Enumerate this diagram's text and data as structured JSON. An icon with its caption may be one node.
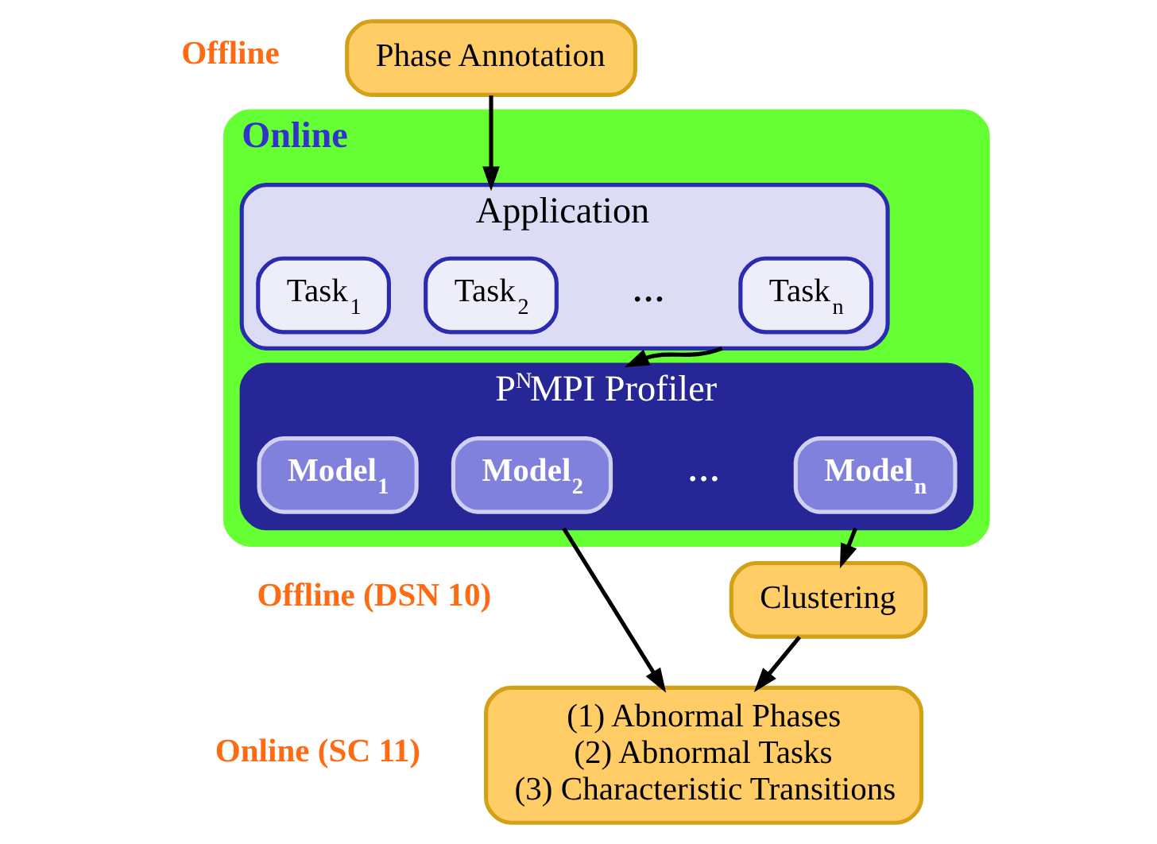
{
  "diagram": {
    "nodes": [
      {
        "text": [
          "Phase Annotation"
        ]
      },
      {
        "text": [
          "Online"
        ]
      },
      {
        "text": [
          "Application"
        ],
        "in": 1
      },
      {
        "text": [
          "Task$_{1}$"
        ],
        "in": 2
      },
      {
        "text": [
          "Task$_{2}$"
        ],
        "in": 2
      },
      {
        "text": [
          "Task$_{n}$"
        ],
        "in": 2
      },
      {
        "text": [
          "P$^{N}$MPI Profiler"
        ],
        "in": 1
      },
      {
        "text": [
          "Model$_{1}$"
        ],
        "in": 6
      },
      {
        "text": [
          "Model$_{2}$"
        ],
        "in": 6
      },
      {
        "text": [
          "Model$_{n}$"
        ],
        "in": 6
      },
      {
        "text": [
          "Clustering"
        ]
      },
      {
        "text": [
          "(1) Abnormal Phases",
          "(2) Abnormal Tasks",
          "(3) Characteristic Transitions"
        ]
      }
    ],
    "edges": [
      {
        "from": 0,
        "to": 2,
        "arrow": "to"
      },
      {
        "from": 2,
        "to": 6,
        "arrow": "to"
      },
      {
        "from": 6,
        "to": 11,
        "arrow": "to"
      },
      {
        "from": 6,
        "to": 10,
        "arrow": "to"
      },
      {
        "from": 10,
        "to": 11,
        "arrow": "to"
      }
    ],
    "labels": [
      "Offline",
      "…",
      "…",
      "Offline (DSN 10)",
      "Online (SC 11)"
    ]
  }
}
